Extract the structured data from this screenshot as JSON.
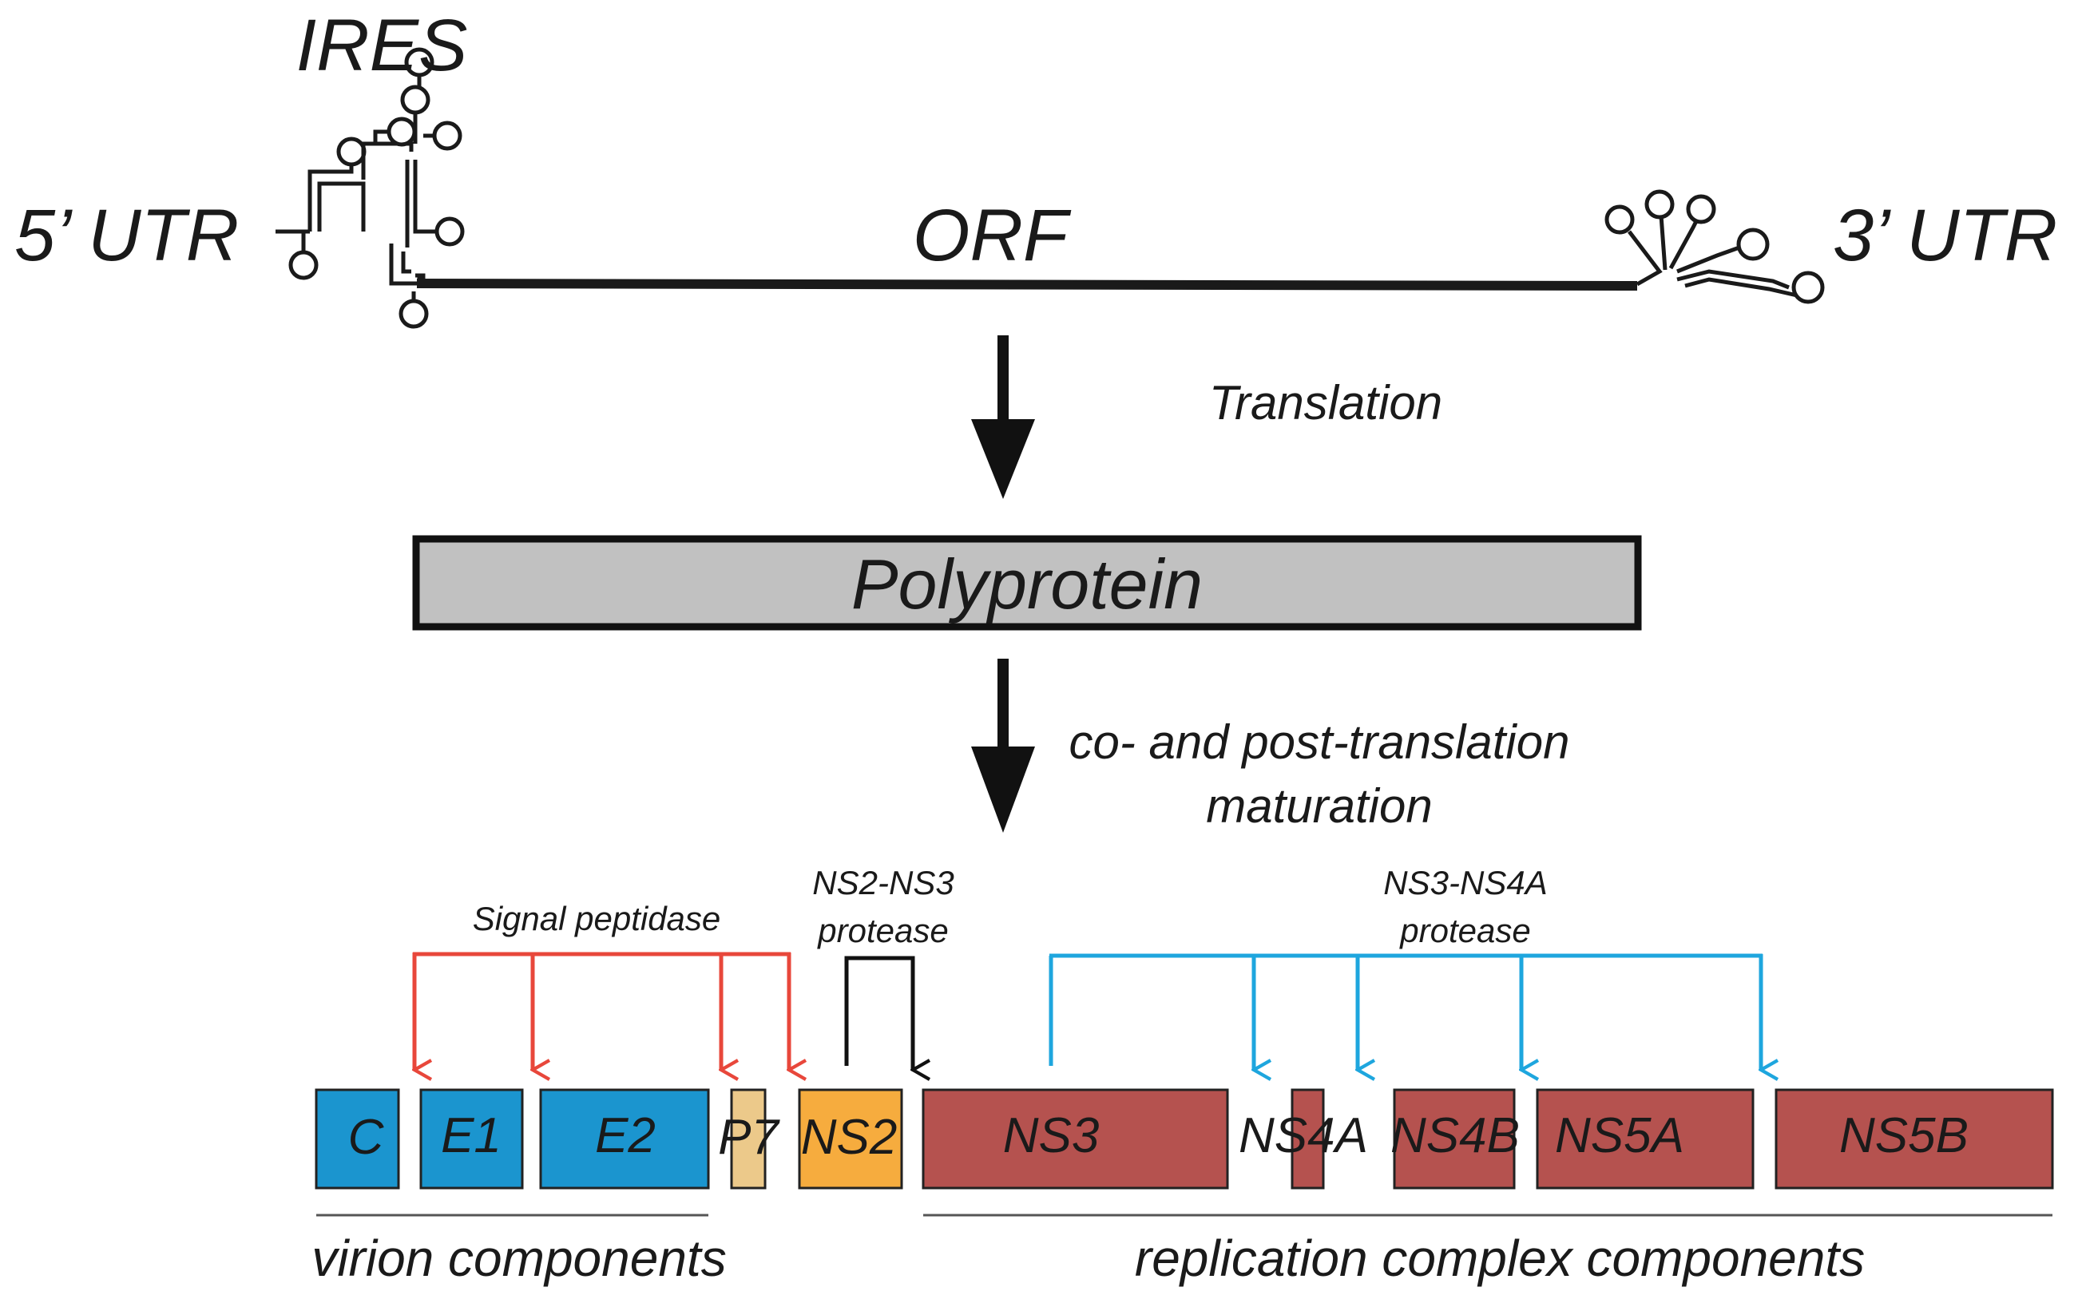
{
  "labels": {
    "ires": "IRES",
    "utr5": "5’ UTR",
    "orf": "ORF",
    "utr3": "3’ UTR",
    "translation": "Translation",
    "polyprotein": "Polyprotein",
    "maturation_line1": "co- and post-translation",
    "maturation_line2": "maturation",
    "signal_peptidase": "Signal peptidase",
    "ns2ns3_line1": "NS2-NS3",
    "ns2ns3_line2": "protease",
    "ns3ns4a_line1": "NS3-NS4A",
    "ns3ns4a_line2": "protease",
    "virion_components": "virion components",
    "replication_components": "replication complex components"
  },
  "segments": [
    {
      "id": "C",
      "label": "C",
      "color": "#1b95cf"
    },
    {
      "id": "E1",
      "label": "E1",
      "color": "#1b95cf"
    },
    {
      "id": "E2",
      "label": "E2",
      "color": "#1b95cf"
    },
    {
      "id": "P7",
      "label": "P7",
      "color": "#ecc98a"
    },
    {
      "id": "NS2",
      "label": "NS2",
      "color": "#f6ac3e"
    },
    {
      "id": "NS3",
      "label": "NS3",
      "color": "#b5524f"
    },
    {
      "id": "NS4A",
      "label": "NS4A",
      "color": "#b5524f"
    },
    {
      "id": "NS4B",
      "label": "NS4B",
      "color": "#b5524f"
    },
    {
      "id": "NS5A",
      "label": "NS5A",
      "color": "#b5524f"
    },
    {
      "id": "NS5B",
      "label": "NS5B",
      "color": "#b5524f"
    }
  ],
  "colors": {
    "signal_peptidase": "#e8473b",
    "ns2ns3_protease": "#111111",
    "ns3ns4a_protease": "#1ea6de",
    "polyprotein_fill": "#c1c1c1"
  }
}
